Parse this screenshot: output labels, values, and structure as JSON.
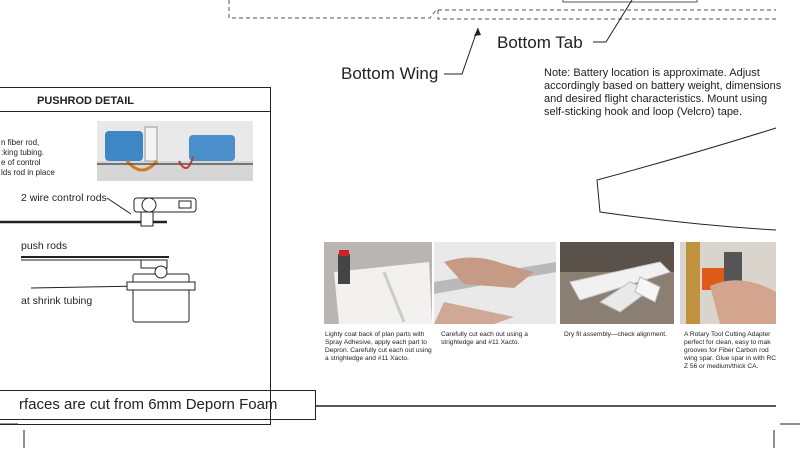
{
  "callouts": {
    "bottom_tab": "Bottom Tab",
    "bottom_wing": "Bottom Wing"
  },
  "note": "Note: Battery location is approximate. Adjust accordingly based on battery weight, dimensions and desired flight characteristics. Mount using self-sticking hook and loop (Velcro) tape.",
  "pushrod_detail": {
    "title": "PUSHROD DETAIL",
    "photo_text": [
      "n fiber rod,",
      ":king tubing.",
      "e of control",
      "lds rod in place"
    ],
    "label_wire": "2 wire control rods",
    "label_push": "push rods",
    "label_shrink": "at shrink tubing"
  },
  "photos": [
    {
      "caption": "Lighty coat back of plan parts with Spray Adhesive, apply each part to Depron. Carefully cut each out using a strightedge and #11 Xacto."
    },
    {
      "caption": "Carefully cut each out using a strightedge and #11 Xacto."
    },
    {
      "caption": "Dry fit assembly—check alignment."
    },
    {
      "caption": "A Rotary Tool Cutting Adapter perfect for clean, easy to mak grooves for Fiber Carbon rod wing spar. Glue spar in with RC Z 56 or medium/thick CA."
    }
  ],
  "footer": "rfaces are cut from 6mm Deporn Foam"
}
